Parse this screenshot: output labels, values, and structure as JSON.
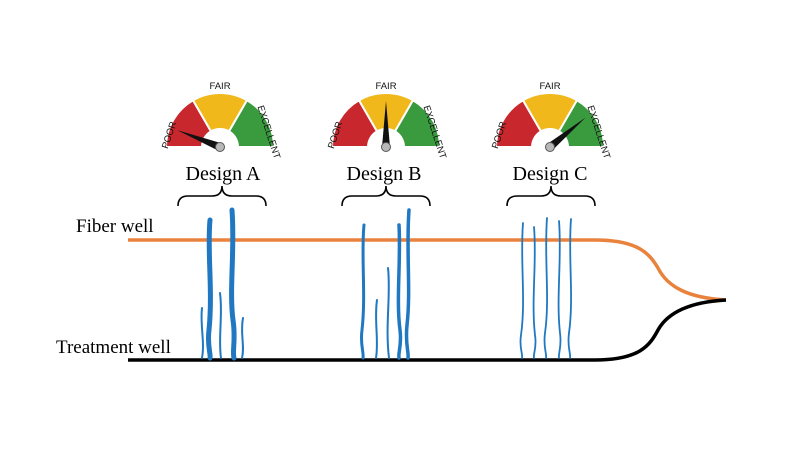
{
  "gauge_scale": {
    "poor": "POOR",
    "fair": "FAIR",
    "excellent": "EXCELLENT"
  },
  "colors": {
    "poor": "#c8272d",
    "fair": "#f1b81c",
    "excellent": "#3a9a3e",
    "fiber_well": "#e8823c",
    "treatment_well": "#000000",
    "fracture": "#1f78c1",
    "needle": "#111111"
  },
  "designs": [
    {
      "label": "Design A",
      "rating": 0.12
    },
    {
      "label": "Design B",
      "rating": 0.5
    },
    {
      "label": "Design C",
      "rating": 0.78
    }
  ],
  "wells": {
    "fiber": "Fiber well",
    "treatment": "Treatment well"
  }
}
